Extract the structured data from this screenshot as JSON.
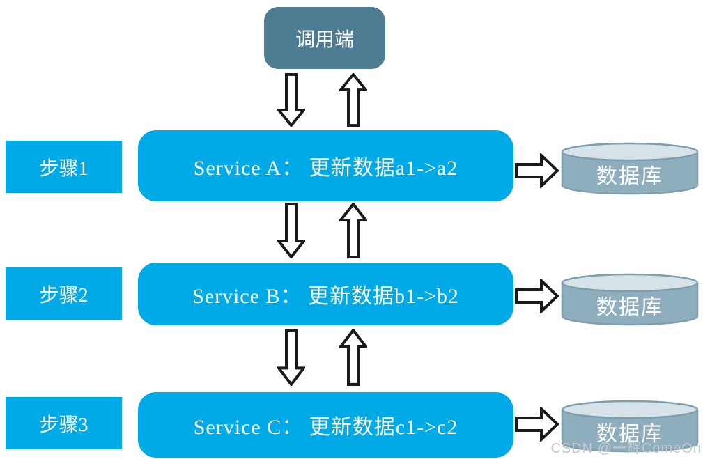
{
  "diagram": {
    "caller": {
      "label": "调用端"
    },
    "rows": [
      {
        "step": "步骤1",
        "service": "Service A： 更新数据a1->a2",
        "database": "数据库"
      },
      {
        "step": "步骤2",
        "service": "Service B： 更新数据b1->b2",
        "database": "数据库"
      },
      {
        "step": "步骤3",
        "service": "Service C： 更新数据c1->c2",
        "database": "数据库"
      }
    ],
    "icons": {
      "vertical": [
        "down-arrow-icon",
        "up-arrow-icon"
      ],
      "horizontal": "right-arrow-icon"
    },
    "colors": {
      "accent_cyan": "#00AAE6",
      "caller_bg": "#4E7C92",
      "cylinder_body": "#8FAEBD",
      "cylinder_top": "#D6E4EA",
      "cylinder_border": "#7E9DAD",
      "arrow_outline": "#1A1A1A",
      "text_white": "#FFFFFF",
      "watermark_gray": "#C3C9CC"
    },
    "watermark": "CSDN @一辉ComeOn"
  }
}
